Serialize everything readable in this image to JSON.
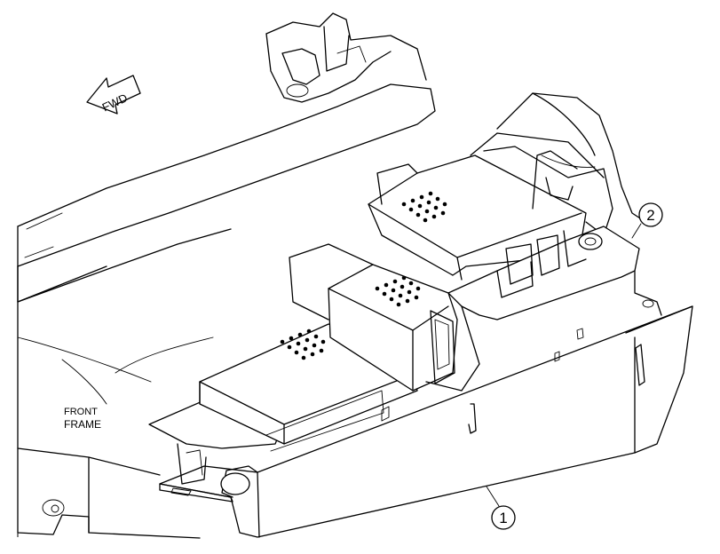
{
  "direction_arrow": {
    "label": "FWD"
  },
  "frame_label": {
    "line1": "FRONT",
    "line2": "FRAME"
  },
  "callouts": [
    {
      "number": "1"
    },
    {
      "number": "2"
    }
  ]
}
